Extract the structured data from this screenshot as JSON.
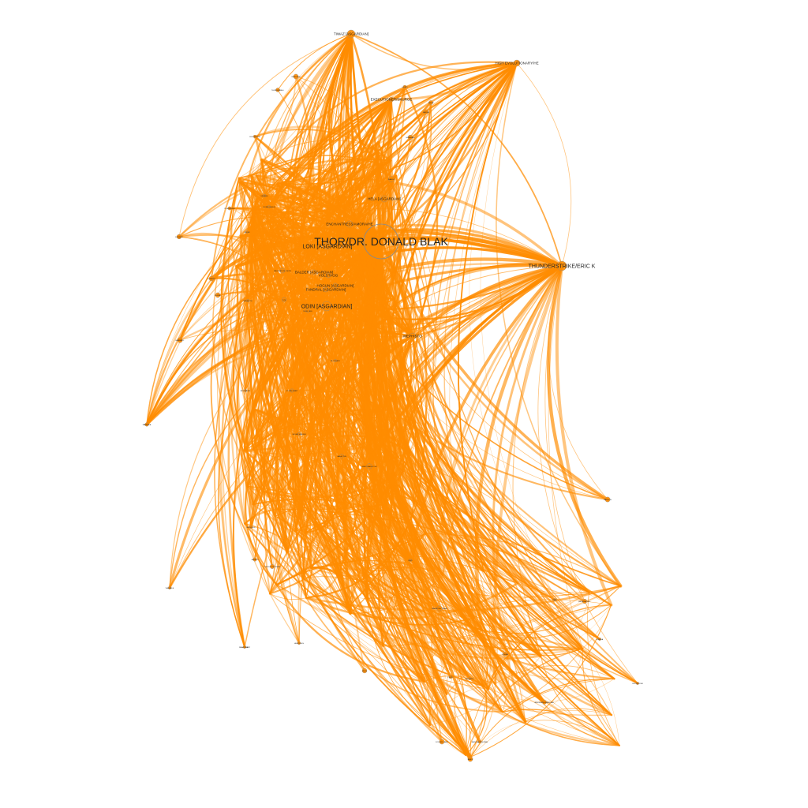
{
  "graph": {
    "edge_color": "#ff8c00",
    "node_stroke_color": "#8a8a8a",
    "label_color": "#222222",
    "nodes": [
      {
        "id": "thor",
        "label": "THOR/DR. DONALD BLAK",
        "size": "hub"
      },
      {
        "id": "thunderstrike",
        "label": "THUNDERSTRIKE/ERIC K",
        "size": "major"
      },
      {
        "id": "loki",
        "label": "LOKI [ASGARDIAN]",
        "size": "major"
      },
      {
        "id": "odin",
        "label": "ODIN [ASGARDIAN]",
        "size": "major"
      },
      {
        "id": "balder",
        "label": "BALDER [ASGARDIAN]",
        "size": "minor"
      },
      {
        "id": "hogun",
        "label": "HOGUN [ASGARDIAN]",
        "size": "minor"
      },
      {
        "id": "fandral",
        "label": "FANDRAL [ASGARDIAN]",
        "size": "minor"
      },
      {
        "id": "volstagg",
        "label": "VOLSTAGG",
        "size": "minor"
      },
      {
        "id": "hela",
        "label": "HELA [ASGARDIAN]",
        "size": "minor"
      },
      {
        "id": "enchantress",
        "label": "ENCHANTRESS/AMORA/HE",
        "size": "minor"
      },
      {
        "id": "mephisto",
        "label": "MEPHISTO",
        "size": "minor"
      },
      {
        "id": "tiwaz",
        "label": "TIWAZ [ASGARDIAN]",
        "size": "minor"
      },
      {
        "id": "high-evolutionary",
        "label": "HIGH EVOLUTIONARY/HE",
        "size": "minor"
      },
      {
        "id": "executioner",
        "label": "EXECUTIONER/SKURGE",
        "size": "minor"
      },
      {
        "id": "sif",
        "label": "SIF",
        "size": "tiny"
      },
      {
        "id": "heimdall",
        "label": "HEIMDALL",
        "size": "tiny"
      },
      {
        "id": "karnilla",
        "label": "KARNILLA",
        "size": "tiny"
      },
      {
        "id": "ulik",
        "label": "ULIK",
        "size": "tiny"
      },
      {
        "id": "surtur",
        "label": "SURTUR",
        "size": "tiny"
      },
      {
        "id": "hercules",
        "label": "HERCULES",
        "size": "tiny"
      },
      {
        "id": "zeus",
        "label": "ZEUS",
        "size": "tiny"
      },
      {
        "id": "pluto",
        "label": "PLUTO",
        "size": "tiny"
      },
      {
        "id": "ares",
        "label": "ARES",
        "size": "tiny"
      },
      {
        "id": "jane-foster",
        "label": "FOSTER, JANE",
        "size": "tiny"
      },
      {
        "id": "absorbing-man",
        "label": "ABSORBING MAN/CARL",
        "size": "tiny"
      },
      {
        "id": "destroyer",
        "label": "DESTROYER",
        "size": "tiny"
      },
      {
        "id": "frigga",
        "label": "FRIGGA",
        "size": "tiny"
      },
      {
        "id": "beta-ray-bill",
        "label": "BETA RAY BILL",
        "size": "tiny"
      },
      {
        "id": "ymir",
        "label": "YMIR",
        "size": "tiny"
      },
      {
        "id": "mangog",
        "label": "MANGOG",
        "size": "tiny"
      },
      {
        "id": "ego",
        "label": "EGO",
        "size": "tiny"
      },
      {
        "id": "galactus",
        "label": "GALACTUS",
        "size": "tiny"
      },
      {
        "id": "silver-surfer",
        "label": "SILVER SURFER",
        "size": "tiny"
      },
      {
        "id": "recorder",
        "label": "RECORDER",
        "size": "tiny"
      },
      {
        "id": "zarrko",
        "label": "ZARRKO",
        "size": "tiny"
      },
      {
        "id": "replicus",
        "label": "REPLICUS",
        "size": "tiny"
      },
      {
        "id": "circus-of-crime",
        "label": "CIRCUS OF CRIME",
        "size": "tiny"
      },
      {
        "id": "grey-gargoyle",
        "label": "GREY GARGOYLE",
        "size": "tiny"
      },
      {
        "id": "cobra",
        "label": "COBRA",
        "size": "tiny"
      },
      {
        "id": "mr-hyde",
        "label": "MR. HYDE",
        "size": "tiny"
      },
      {
        "id": "radioactive-man",
        "label": "RADIOACTIVE MAN",
        "size": "tiny"
      },
      {
        "id": "wrecker",
        "label": "WRECKER",
        "size": "tiny"
      },
      {
        "id": "thunderball",
        "label": "THUNDERBALL",
        "size": "tiny"
      },
      {
        "id": "bulldozer",
        "label": "BULLDOZER",
        "size": "tiny"
      },
      {
        "id": "piledriver",
        "label": "PILEDRIVER",
        "size": "tiny"
      },
      {
        "id": "lorelei",
        "label": "LORELEI",
        "size": "tiny"
      },
      {
        "id": "kurse",
        "label": "KURSE",
        "size": "tiny"
      },
      {
        "id": "malekith",
        "label": "MALEKITH",
        "size": "tiny"
      },
      {
        "id": "eric-masterson",
        "label": "MASTERSON, KEVIN",
        "size": "tiny"
      },
      {
        "id": "thor-girl",
        "label": "THOR GIRL",
        "size": "tiny"
      },
      {
        "id": "bloodaxe",
        "label": "BLOODAXE",
        "size": "tiny"
      },
      {
        "id": "hrimhari",
        "label": "HRIMHARI",
        "size": "tiny"
      },
      {
        "id": "sindr",
        "label": "SINDR",
        "size": "tiny"
      },
      {
        "id": "fafnir",
        "label": "FAFNIR",
        "size": "tiny"
      },
      {
        "id": "glory",
        "label": "GLORY",
        "size": "tiny"
      },
      {
        "id": "dargo",
        "label": "DARGO",
        "size": "tiny"
      },
      {
        "id": "skurge-2",
        "label": "SKURGE",
        "size": "tiny"
      },
      {
        "id": "norn-queen",
        "label": "NORN QUEEN",
        "size": "tiny"
      },
      {
        "id": "grom",
        "label": "GROM",
        "size": "tiny"
      },
      {
        "id": "tyr",
        "label": "TYR",
        "size": "tiny"
      },
      {
        "id": "storm-giant",
        "label": "STORM GIANT",
        "size": "tiny"
      },
      {
        "id": "warriors-three",
        "label": "WARRIORS THREE",
        "size": "tiny"
      },
      {
        "id": "forseti",
        "label": "FORSETI",
        "size": "tiny"
      },
      {
        "id": "mimir",
        "label": "MIMIR",
        "size": "tiny"
      },
      {
        "id": "rhinoceros",
        "label": "RHINO",
        "size": "tiny"
      },
      {
        "id": "wildside",
        "label": "WILDSIDE",
        "size": "tiny"
      },
      {
        "id": "night-giant",
        "label": "NIGHT GIANT",
        "size": "tiny"
      }
    ]
  }
}
